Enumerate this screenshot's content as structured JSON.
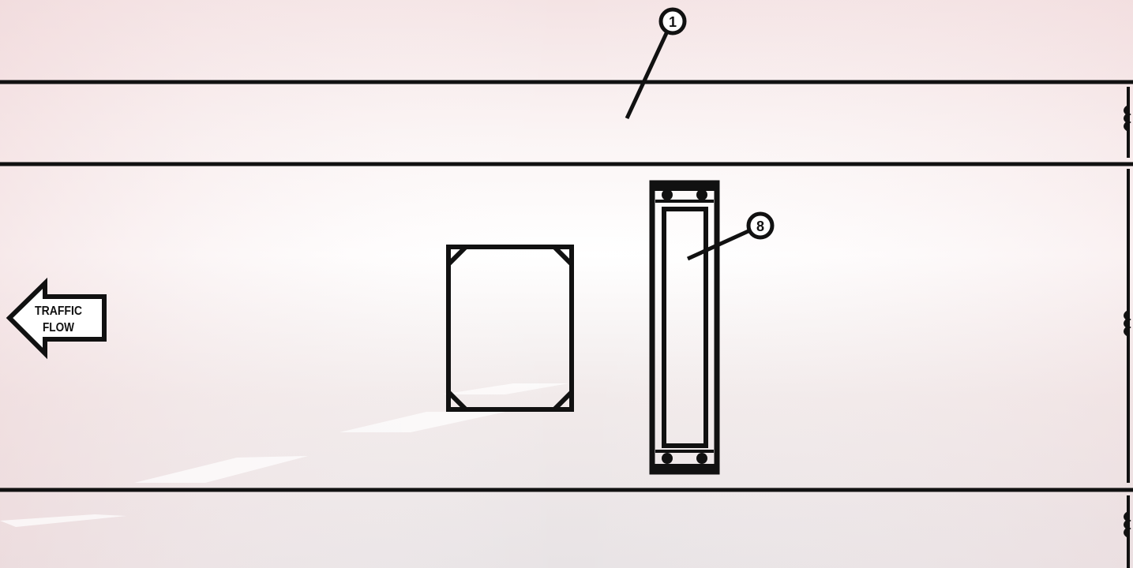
{
  "diagram": {
    "callout_1_label": "1",
    "callout_8_label": "8",
    "traffic_arrow": {
      "line1": "TRAFFIC",
      "line2": "FLOW",
      "direction": "left"
    }
  },
  "colors": {
    "stroke": "#111111",
    "background_light": "#ffffff",
    "background_tint": "#f3dede",
    "background_gray": "#e7e5e6"
  },
  "icons": {
    "traffic_arrow": "left-arrow-icon"
  }
}
